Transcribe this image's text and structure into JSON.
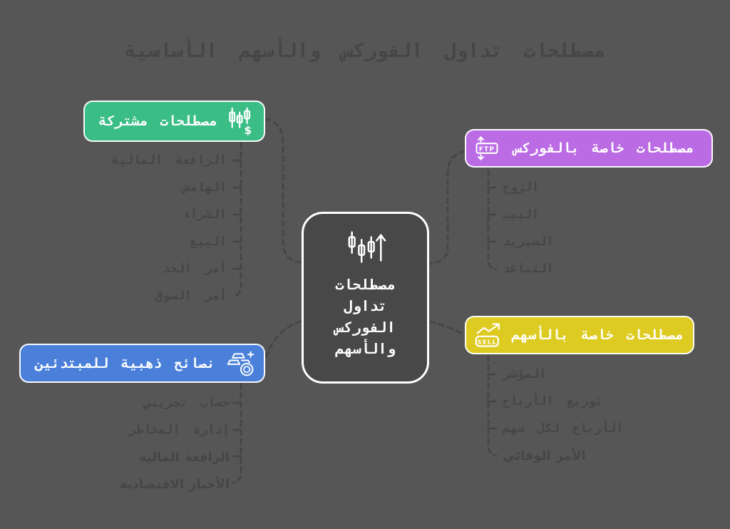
{
  "page": {
    "background_color": "#565656",
    "title": "مصطلحات تداول الفوركس والأسهم الأساسية"
  },
  "center_node": {
    "icon": "candlestick-trend-up-icon",
    "lines": [
      "مصطلحات",
      "تداول",
      "الفوركس",
      "والأسهم"
    ]
  },
  "branches": [
    {
      "label": "مصطلحات مشتركة",
      "color": "#3bbd86",
      "icon": "candlestick-dollar-icon",
      "side": "left",
      "items": [
        "الرافعة المالية",
        "الهامش",
        "الشراء",
        "البيع",
        "أمر الحد",
        "أمر السوق"
      ]
    },
    {
      "label": "مصطلحات خاصة بالفوركس",
      "color": "#bb6ce4",
      "icon": "ftp-arrows-icon",
      "icon_text": "FTP",
      "side": "right",
      "items": [
        "الزوج",
        "البيب",
        "السبريد",
        "التباعد"
      ]
    },
    {
      "label": "مصطلحات خاصة بالأسهم",
      "color": "#decb21",
      "icon": "sell-trend-icon",
      "icon_text": "SELL",
      "side": "right",
      "items": [
        "المؤشر",
        "توزيع الأرباح",
        "الأرباح لكل سهم",
        "الأمر الوقائي"
      ]
    },
    {
      "label": "نصائح ذهبية للمبتدئين",
      "color": "#4a80da",
      "icon": "gold-bars-coin-icon",
      "side": "left",
      "items": [
        "حساب تجريبي",
        "إدارة المخاطر",
        "الرافعة المالية",
        "الأخبار الاقتصادية"
      ]
    }
  ],
  "connector_color": "#464646",
  "text_faint_color": "#464646"
}
